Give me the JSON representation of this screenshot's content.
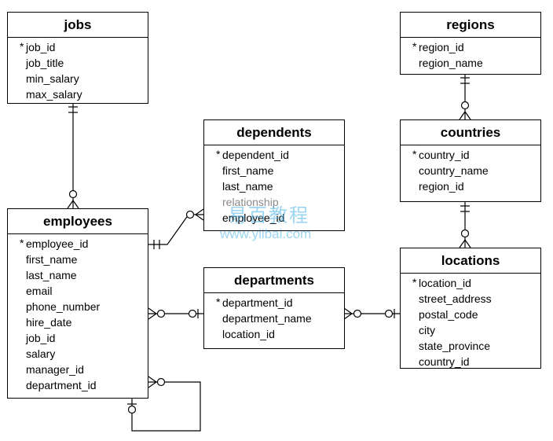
{
  "entities": {
    "jobs": {
      "title": "jobs",
      "fields": [
        {
          "name": "job_id",
          "pk": "*"
        },
        {
          "name": "job_title"
        },
        {
          "name": "min_salary"
        },
        {
          "name": "max_salary"
        }
      ]
    },
    "regions": {
      "title": "regions",
      "fields": [
        {
          "name": "region_id",
          "pk": "*"
        },
        {
          "name": "region_name"
        }
      ]
    },
    "dependents": {
      "title": "dependents",
      "fields": [
        {
          "name": "dependent_id",
          "pk": "*"
        },
        {
          "name": "first_name"
        },
        {
          "name": "last_name"
        },
        {
          "name": "relationship"
        },
        {
          "name": "employee_id"
        }
      ]
    },
    "countries": {
      "title": "countries",
      "fields": [
        {
          "name": "country_id",
          "pk": "*"
        },
        {
          "name": "country_name"
        },
        {
          "name": "region_id"
        }
      ]
    },
    "employees": {
      "title": "employees",
      "fields": [
        {
          "name": "employee_id",
          "pk": "*"
        },
        {
          "name": "first_name"
        },
        {
          "name": "last_name"
        },
        {
          "name": "email"
        },
        {
          "name": "phone_number"
        },
        {
          "name": "hire_date"
        },
        {
          "name": "job_id"
        },
        {
          "name": "salary"
        },
        {
          "name": "manager_id"
        },
        {
          "name": "department_id"
        }
      ]
    },
    "departments": {
      "title": "departments",
      "fields": [
        {
          "name": "department_id",
          "pk": "*"
        },
        {
          "name": "department_name"
        },
        {
          "name": "location_id"
        }
      ]
    },
    "locations": {
      "title": "locations",
      "fields": [
        {
          "name": "location_id",
          "pk": "*"
        },
        {
          "name": "street_address"
        },
        {
          "name": "postal_code"
        },
        {
          "name": "city"
        },
        {
          "name": "state_province"
        },
        {
          "name": "country_id"
        }
      ]
    }
  },
  "relationships": [
    {
      "from": "jobs",
      "to": "employees",
      "from_cardinality": "one-and-only-one",
      "to_cardinality": "zero-or-many"
    },
    {
      "from": "employees",
      "to": "dependents",
      "from_cardinality": "one-and-only-one",
      "to_cardinality": "zero-or-many"
    },
    {
      "from": "departments",
      "to": "employees",
      "from_cardinality": "zero-or-one",
      "to_cardinality": "zero-or-many"
    },
    {
      "from": "locations",
      "to": "departments",
      "from_cardinality": "zero-or-one",
      "to_cardinality": "zero-or-many"
    },
    {
      "from": "regions",
      "to": "countries",
      "from_cardinality": "one-and-only-one",
      "to_cardinality": "zero-or-many"
    },
    {
      "from": "countries",
      "to": "locations",
      "from_cardinality": "one-and-only-one",
      "to_cardinality": "zero-or-many"
    },
    {
      "from": "employees",
      "to": "employees",
      "from_cardinality": "zero-or-one",
      "to_cardinality": "zero-or-many"
    }
  ],
  "watermark": {
    "chinese": "易百教程",
    "url": "www.yiibai.com"
  },
  "colors": {
    "line": "#000000",
    "watermark": "#4ab3e8",
    "dim_text": "#8a8a8a"
  }
}
